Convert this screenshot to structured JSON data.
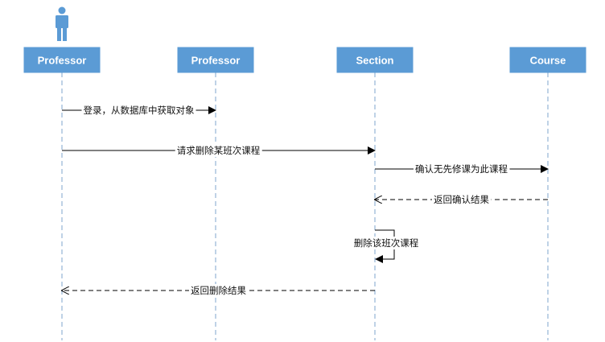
{
  "diagram": {
    "type": "sequence",
    "colors": {
      "header_fill": "#5b9bd5",
      "header_text": "#ffffff",
      "lifeline": "#7fa6cc",
      "message": "#000000"
    },
    "actor_icon": "person-icon",
    "participants": [
      {
        "id": "p1",
        "label": "Professor",
        "is_actor": true
      },
      {
        "id": "p2",
        "label": "Professor",
        "is_actor": false
      },
      {
        "id": "p3",
        "label": "Section",
        "is_actor": false
      },
      {
        "id": "p4",
        "label": "Course",
        "is_actor": false
      }
    ],
    "messages": [
      {
        "from": "p1",
        "to": "p2",
        "label": "登录，从数据库中获取对象",
        "style": "solid"
      },
      {
        "from": "p1",
        "to": "p3",
        "label": "请求删除某班次课程",
        "style": "solid"
      },
      {
        "from": "p3",
        "to": "p4",
        "label": "确认无先修课为此课程",
        "style": "solid"
      },
      {
        "from": "p4",
        "to": "p3",
        "label": "返回确认结果",
        "style": "dashed"
      },
      {
        "from": "p3",
        "to": "p3",
        "label": "删除该班次课程",
        "style": "solid"
      },
      {
        "from": "p3",
        "to": "p1",
        "label": "返回删除结果",
        "style": "dashed"
      }
    ]
  }
}
